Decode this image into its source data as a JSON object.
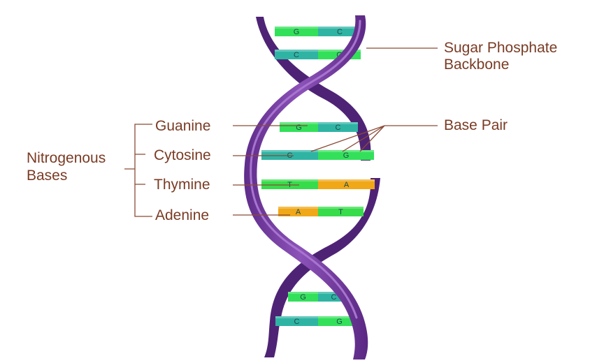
{
  "labels": {
    "backbone_line1": "Sugar Phosphate",
    "backbone_line2": "Backbone",
    "base_pair": "Base Pair",
    "group_line1": "Nitrogenous",
    "group_line2": "Bases",
    "guanine": "Guanine",
    "cytosine": "Cytosine",
    "thymine": "Thymine",
    "adenine": "Adenine"
  },
  "base_pairs": [
    {
      "left": "G",
      "right": "C"
    },
    {
      "left": "C",
      "right": "G"
    },
    {
      "left": "G",
      "right": "C"
    },
    {
      "left": "C",
      "right": "G"
    },
    {
      "left": "T",
      "right": "A"
    },
    {
      "left": "A",
      "right": "T"
    },
    {
      "left": "G",
      "right": "C"
    },
    {
      "left": "C",
      "right": "G"
    }
  ],
  "colors": {
    "G": "#33e05a",
    "C": "#2fb4a4",
    "T": "#37dc4a",
    "A": "#f0a818",
    "strand_back": "#4e2375",
    "strand_front": "#7a3fa6",
    "strand_highlight": "#a774cf",
    "label_text": "#7a3b24",
    "leader_line": "#8a4a35"
  }
}
